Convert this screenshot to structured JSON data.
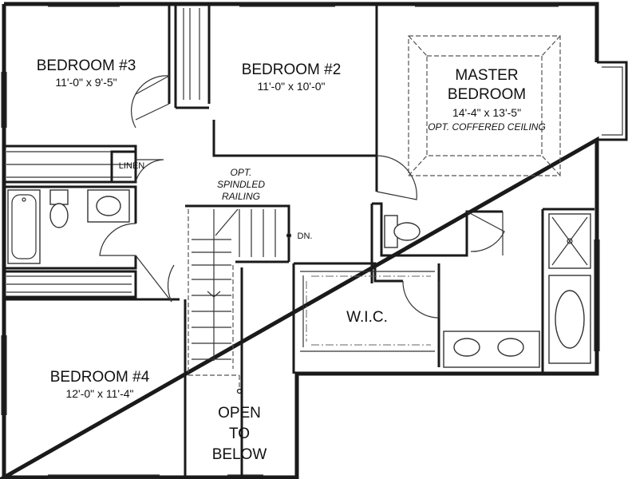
{
  "rooms": {
    "bedroom3": {
      "name": "BEDROOM #3",
      "dim": "11'-0\" x 9'-5\""
    },
    "bedroom2": {
      "name": "BEDROOM #2",
      "dim": "11'-0\" x 10'-0\""
    },
    "master": {
      "name_line1": "MASTER",
      "name_line2": "BEDROOM",
      "dim": "14'-4\" x 13'-5\"",
      "note": "OPT. COFFERED CEILING"
    },
    "bedroom4": {
      "name": "BEDROOM #4",
      "dim": "12'-0\" x 11'-4\""
    },
    "wic": {
      "name": "W.I.C."
    },
    "linen": {
      "name": "LINEN"
    },
    "open_below": {
      "line1": "OPEN",
      "line2": "TO",
      "line3": "BELOW"
    }
  },
  "annotations": {
    "railing_line1": "OPT.",
    "railing_line2": "SPINDLED",
    "railing_line3": "RAILING",
    "stair_down": "DN."
  }
}
